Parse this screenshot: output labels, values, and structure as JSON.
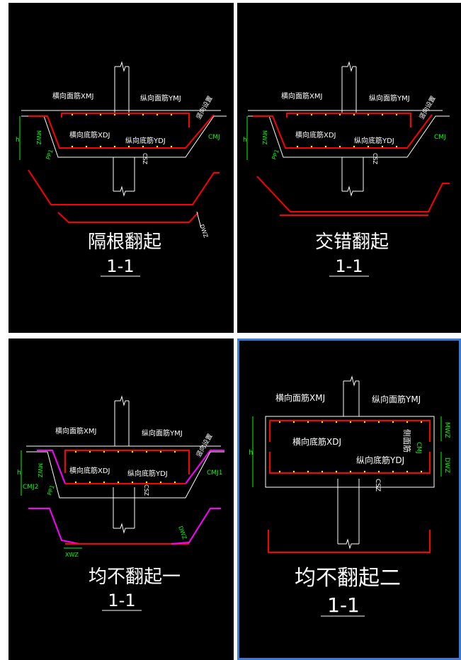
{
  "colors": {
    "bg": "#000000",
    "line": "#ffffff",
    "rebar": "#ff0000",
    "label": "#00ff00",
    "text": "#ffffff",
    "magenta": "#ff00ff",
    "selection": "#3a7bd5"
  },
  "panels": [
    {
      "title": "隔根翻起",
      "section": "1-1",
      "labels": {
        "xmj": "横向面筋XMJ",
        "ymj": "纵向面筋YMJ",
        "xdj": "横向底筋XDJ",
        "ydj": "纵向底筋YDJ",
        "cmj": "CMJ",
        "wz_side": "竖向设置",
        "mwz": "MWZ",
        "h": "h",
        "pp": "PP1",
        "dwz": "DWZ",
        "csz": "CSZ"
      }
    },
    {
      "title": "交错翻起",
      "section": "1-1",
      "labels": {
        "xmj": "横向面筋XMJ",
        "ymj": "纵向面筋YMJ",
        "xdj": "横向底筋XDJ",
        "ydj": "纵向底筋YDJ",
        "cmj": "CMJ",
        "wz_side": "竖向设置",
        "mwz": "MWZ",
        "h": "h",
        "pp": "PP1",
        "csz": "CSZ"
      }
    },
    {
      "title": "均不翻起一",
      "section": "1-1",
      "labels": {
        "xmj": "横向面筋XMJ",
        "ymj": "纵向面筋YMJ",
        "xdj": "横向底筋XDJ",
        "ydj": "纵向底筋YDJ",
        "cmj1": "CMJ1",
        "cmj2": "CMJ2",
        "wz_side": "竖向设置",
        "mwz": "MWZ",
        "h": "h",
        "pp": "PP1",
        "dwz": "DWZ",
        "xwz": "XWZ",
        "csz": "CSZ"
      }
    },
    {
      "title": "均不翻起二",
      "section": "1-1",
      "labels": {
        "xmj": "横向面筋XMJ",
        "ymj": "纵向面筋YMJ",
        "xdj": "横向底筋XDJ",
        "ydj": "纵向底筋YDJ",
        "side": "侧面筋",
        "cmj": "CMJ",
        "mwz": "MWZ",
        "dwz": "DWZ",
        "h": "h",
        "csz": "CSZ"
      }
    }
  ]
}
